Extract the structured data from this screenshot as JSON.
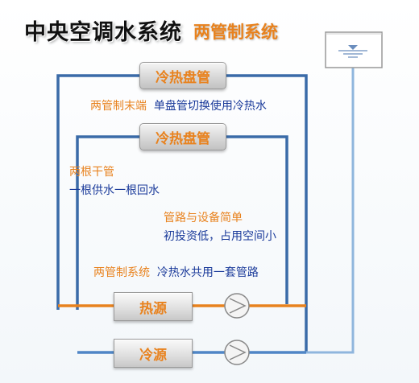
{
  "title": {
    "main": "中央空调水系统",
    "sub": "两管制系统"
  },
  "coils": {
    "top_label": "冷热盘管",
    "bottom_label": "冷热盘管"
  },
  "terminal_note": {
    "head": "两管制末端",
    "body": "单盘管切换使用冷热水"
  },
  "pipes_note": {
    "head": "两根干管",
    "body": "一根供水一根回水"
  },
  "simple_note": {
    "head": "管路与设备简单",
    "body": "初投资低，占用空间小"
  },
  "system_note": {
    "head": "两管制系统",
    "body": "冷热水共用一套管路"
  },
  "sources": {
    "heat_label": "热源",
    "cold_label": "冷源"
  },
  "colors": {
    "main_pipe": "#3a6ba8",
    "hot_pipe": "#e8821e",
    "cold_pipe": "#4f86c6",
    "expansion_pipe": "#8fb6dd",
    "label_orange": "#e8821e",
    "label_blue": "#1a3a9a"
  },
  "icons": {
    "pump": "pump-icon",
    "expansion_tank": "expansion-tank-icon"
  }
}
